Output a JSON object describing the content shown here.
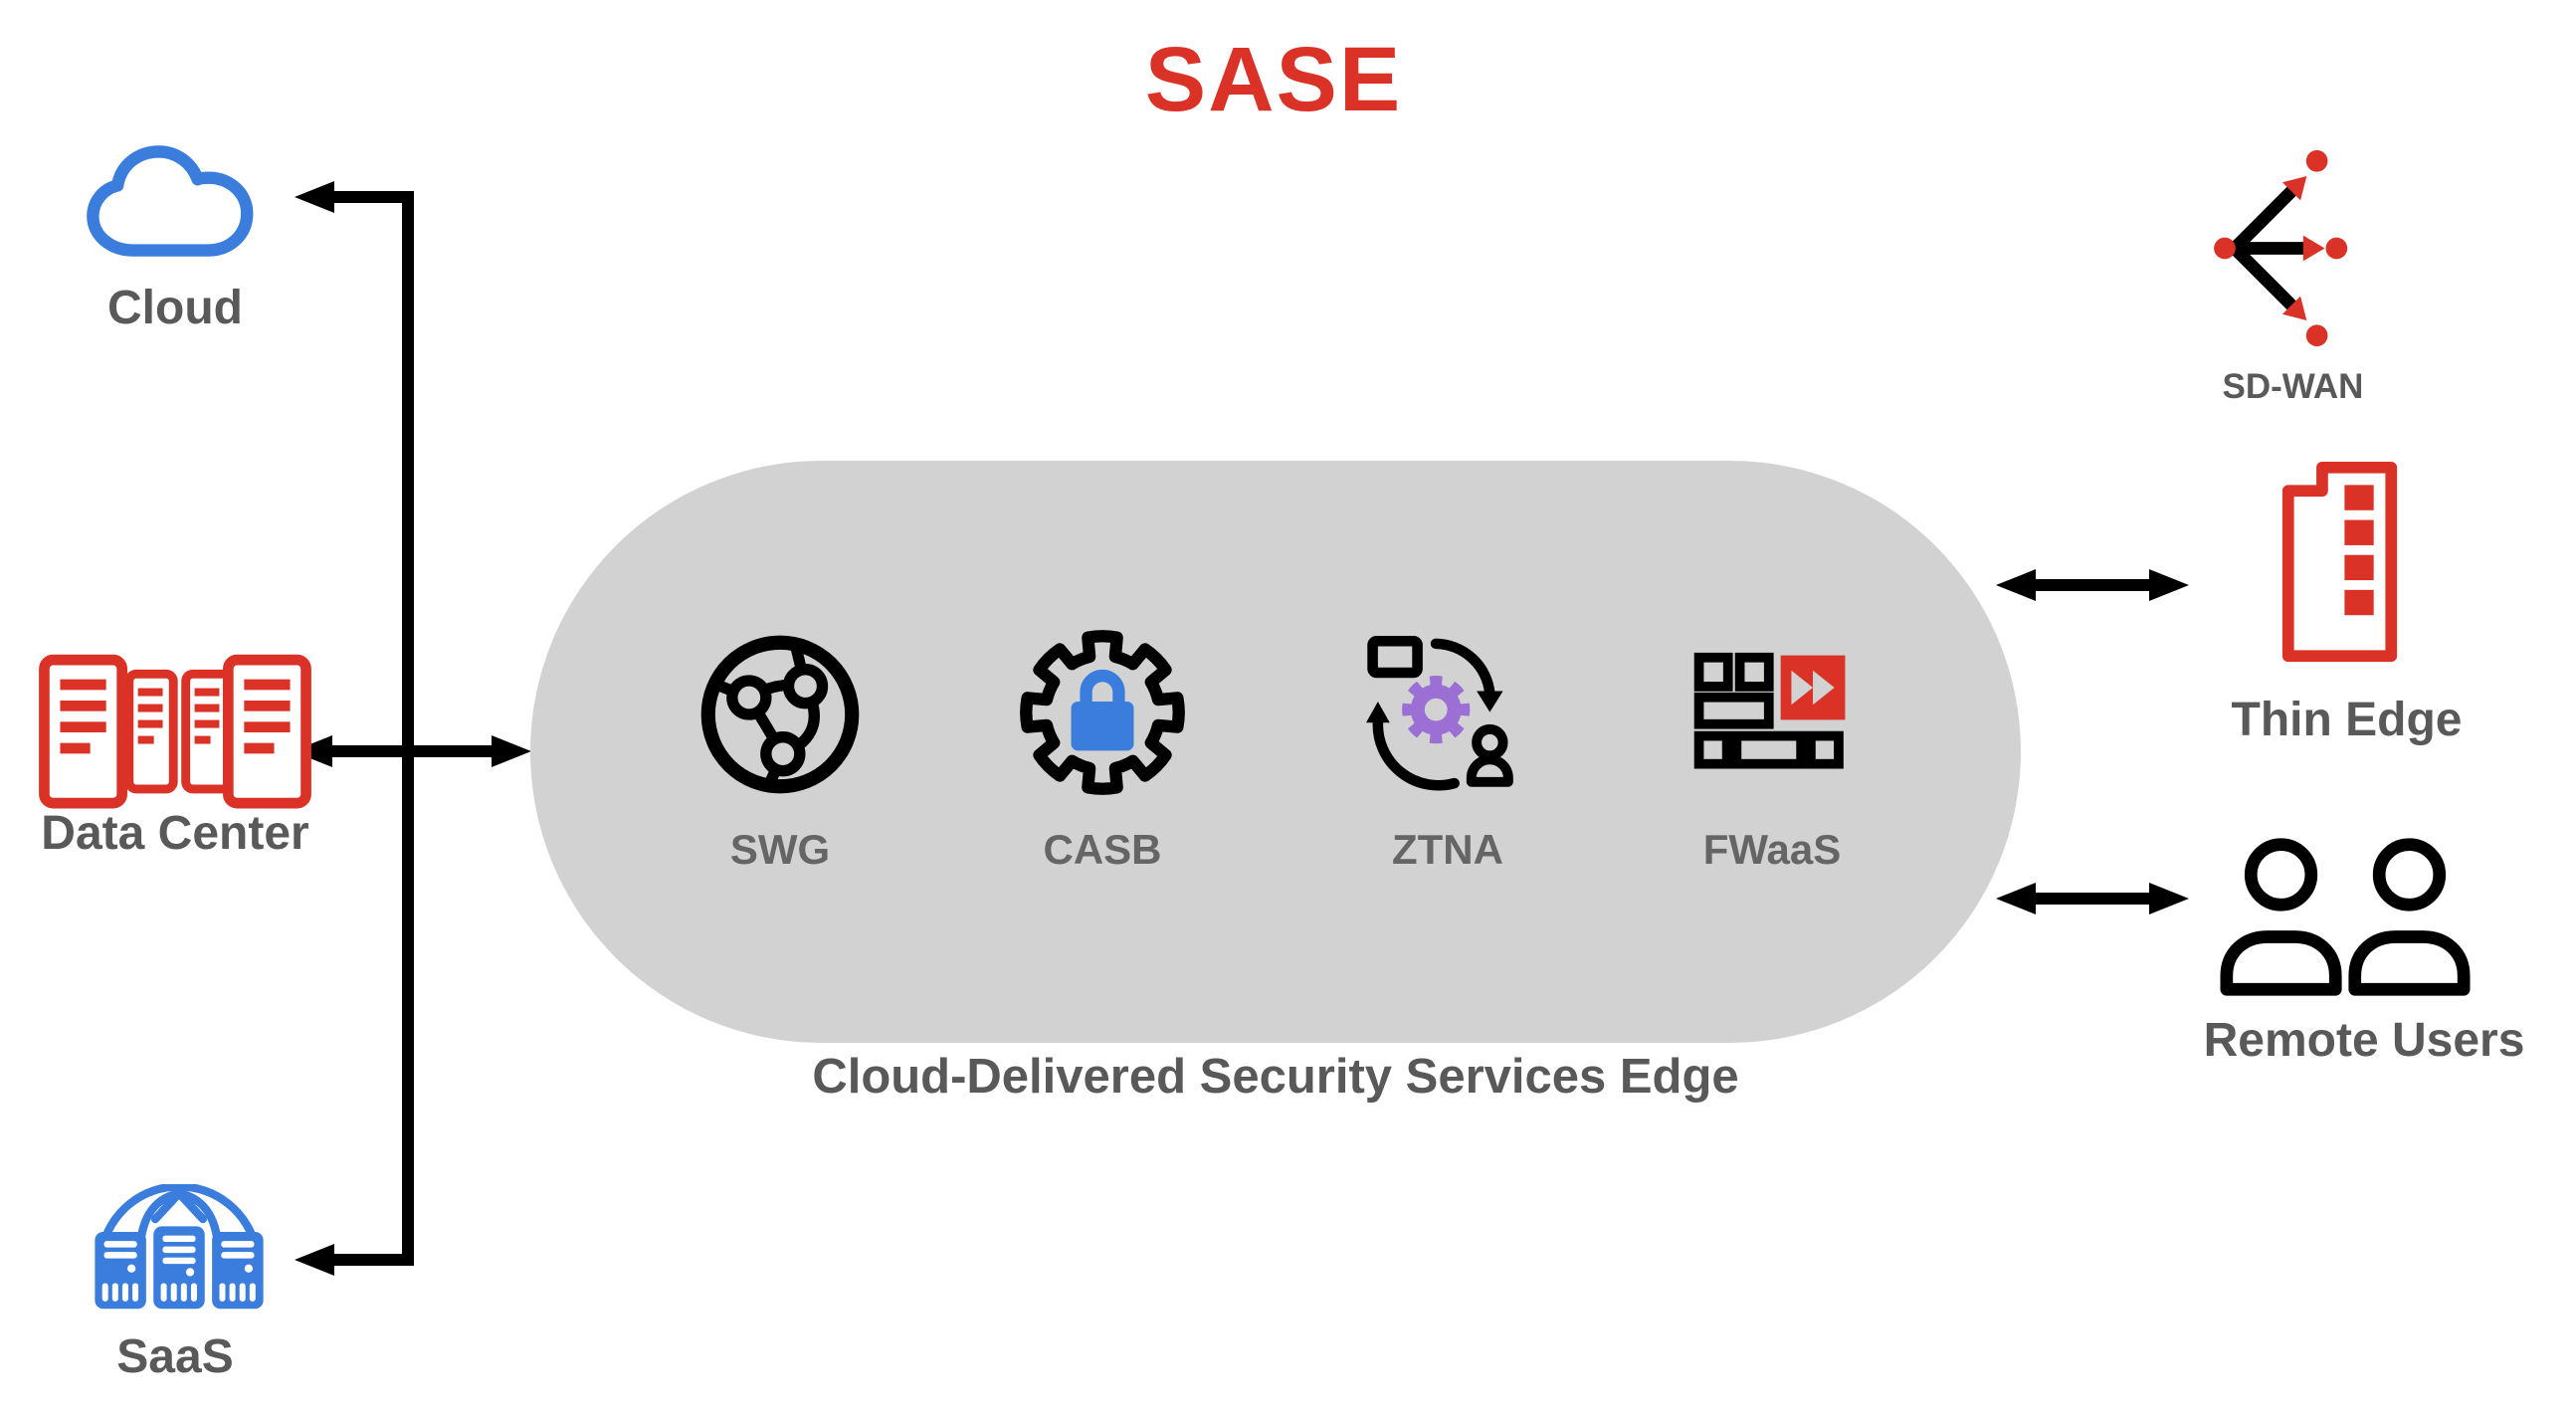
{
  "title": "SASE",
  "colors": {
    "red": "#da3226",
    "blue": "#3b7ddd",
    "purple": "#9b6fd4",
    "pill": "#d2d2d2",
    "line": "#000000",
    "label_dark": "#595959",
    "label_service": "#656565",
    "bg": "#ffffff"
  },
  "left_nodes": {
    "cloud": {
      "label": "Cloud",
      "icon": "cloud-icon"
    },
    "data_center": {
      "label": "Data Center",
      "icon": "server-racks-icon"
    },
    "saas": {
      "label": "SaaS",
      "icon": "saas-servers-globe-icon"
    }
  },
  "sse": {
    "caption": "Cloud-Delivered Security Services Edge",
    "services": {
      "swg": {
        "label": "SWG",
        "icon": "network-globe-icon"
      },
      "casb": {
        "label": "CASB",
        "icon": "gear-lock-icon"
      },
      "ztna": {
        "label": "ZTNA",
        "icon": "device-gear-user-cycle-icon"
      },
      "fwaas": {
        "label": "FWaaS",
        "icon": "firewall-bricks-fast-forward-icon"
      }
    }
  },
  "right_nodes": {
    "sd_wan": {
      "label": "SD-WAN",
      "icon": "branching-arrows-icon"
    },
    "thin_edge": {
      "label": "Thin Edge",
      "icon": "building-icon"
    },
    "remote_users": {
      "label": "Remote Users",
      "icon": "two-users-icon"
    }
  }
}
